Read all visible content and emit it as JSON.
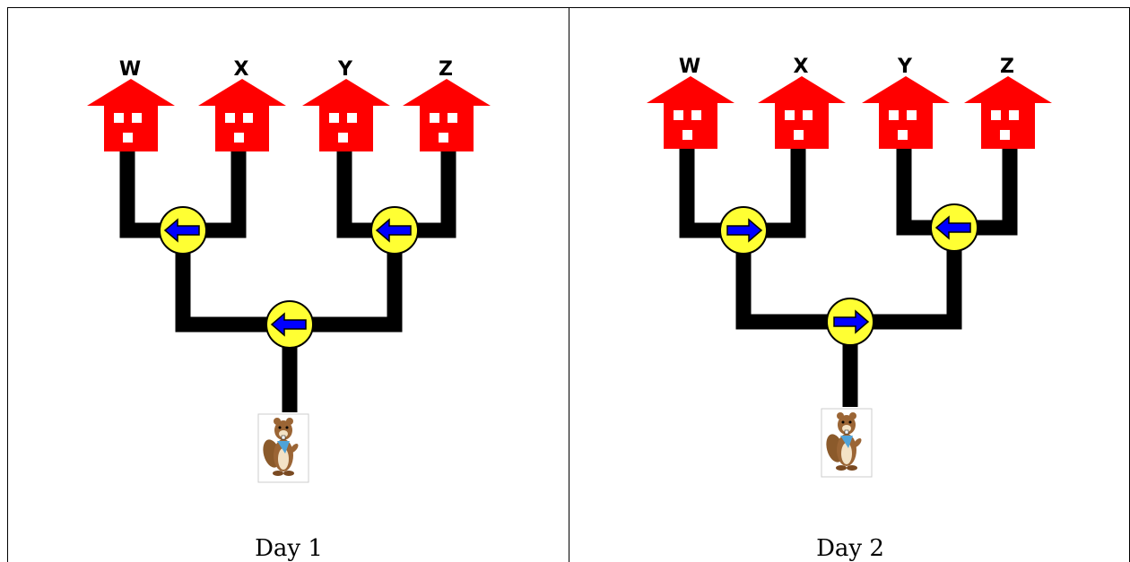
{
  "colors": {
    "house": "#ff0000",
    "road": "#000000",
    "switch": "#ffff33",
    "arrow": "#0000ff"
  },
  "panels": [
    {
      "caption": "Day 1",
      "houses": [
        "W",
        "X",
        "Y",
        "Z"
      ],
      "switches": {
        "left": "left",
        "right": "left",
        "bottom": "left"
      },
      "beaver_icon": "beaver-icon"
    },
    {
      "caption": "Day 2",
      "houses": [
        "W",
        "X",
        "Y",
        "Z"
      ],
      "switches": {
        "left": "right",
        "right": "left",
        "bottom": "right"
      },
      "beaver_icon": "beaver-icon"
    }
  ]
}
